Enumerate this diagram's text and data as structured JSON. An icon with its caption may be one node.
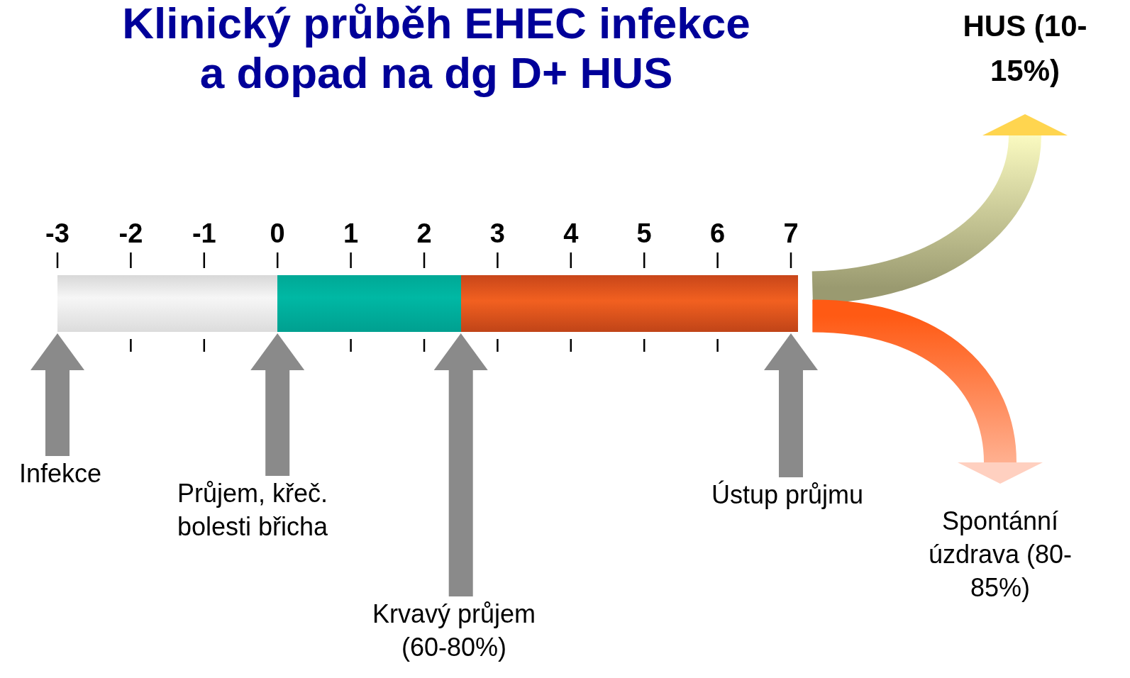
{
  "diagram": {
    "title": "Klinický průběh EHEC infekce a dopad na dg D+ HUS",
    "nodes": [
      {
        "text": [],
        "shape": "bar"
      },
      {
        "text": [],
        "shape": "bar"
      },
      {
        "text": [],
        "shape": "bar"
      },
      {
        "text": [
          "Infekce"
        ]
      },
      {
        "text": [
          "Průjem, křeč. bolesti břicha"
        ]
      },
      {
        "text": [
          "Krvavý průjem (60-80%)"
        ]
      },
      {
        "text": [
          "Ústup průjmu"
        ]
      },
      {
        "text": [
          "HUS (10-15%)"
        ]
      },
      {
        "text": [
          "Spontánní úzdrava (80-85%)"
        ]
      }
    ],
    "edges": [
      {
        "from": 3,
        "to": 0,
        "arrow": "to"
      },
      {
        "from": 4,
        "to": 1,
        "arrow": "to"
      },
      {
        "from": 5,
        "to": 2,
        "arrow": "to"
      },
      {
        "from": 6,
        "to": 2,
        "arrow": "to"
      },
      {
        "from": 2,
        "to": 7,
        "arrow": "to"
      },
      {
        "from": 2,
        "to": 8,
        "arrow": "to"
      }
    ],
    "labels": [
      "-3",
      "-2",
      "-1",
      "0",
      "1",
      "2",
      "3",
      "4",
      "5",
      "6",
      "7"
    ]
  }
}
